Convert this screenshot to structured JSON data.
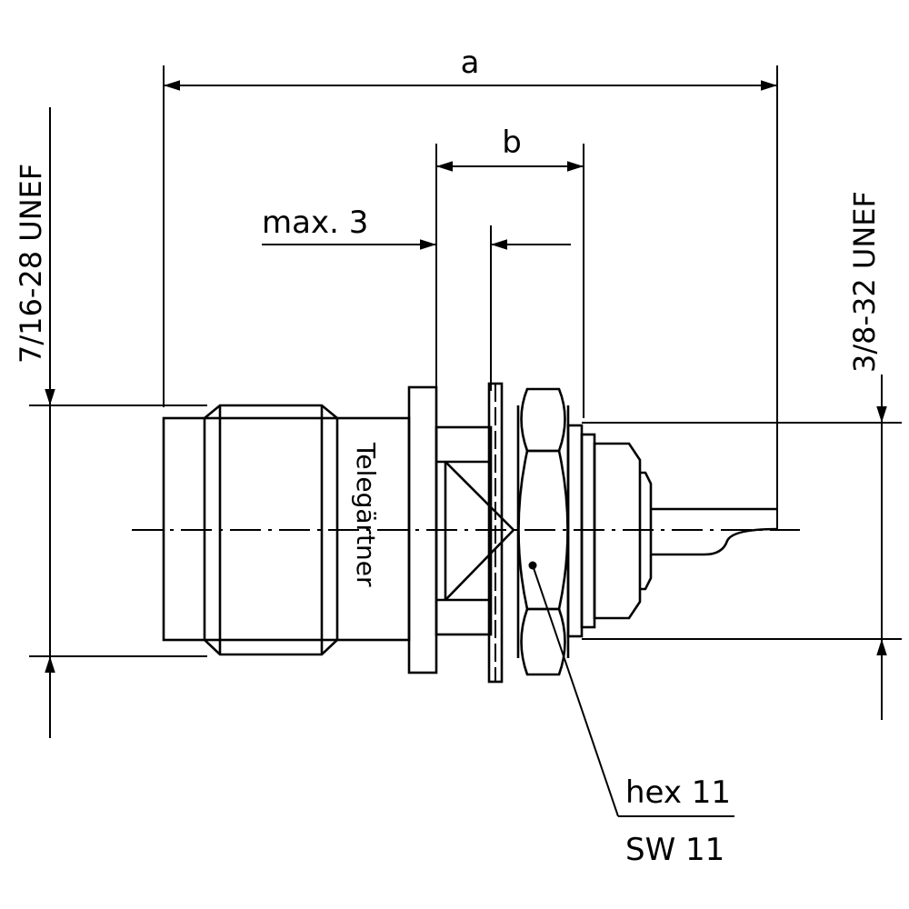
{
  "dimensions": {
    "a": "a",
    "b": "b",
    "max": "max. 3",
    "thread_left": "7/16-28 UNEF",
    "thread_right": "3/8-32 UNEF"
  },
  "brand": "Telegärtner",
  "hex_label": "hex 11",
  "sw_label": "SW 11",
  "colors": {
    "ink": "#000000",
    "paper": "#ffffff"
  }
}
